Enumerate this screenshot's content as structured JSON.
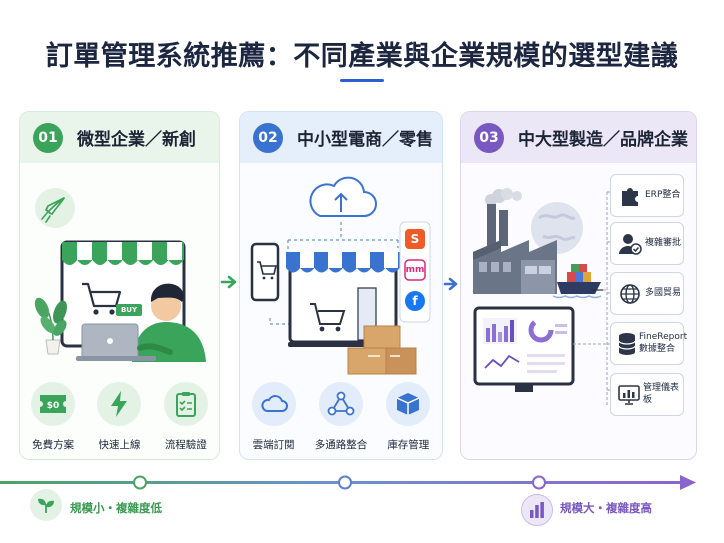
{
  "title": "訂單管理系統推薦：不同產業與企業規模的選型建議",
  "cards": [
    {
      "number": "01",
      "heading": "微型企業／新創",
      "buy_tag": "BUY",
      "features": [
        {
          "icon": "coupon-icon",
          "icon_text": "$0",
          "label": "免費方案"
        },
        {
          "icon": "lightning-icon",
          "label": "快速上線"
        },
        {
          "icon": "checklist-icon",
          "label": "流程驗證"
        }
      ]
    },
    {
      "number": "02",
      "heading": "中小型電商／零售",
      "channels": [
        {
          "icon": "shopee-icon",
          "text": "S"
        },
        {
          "icon": "momo-icon",
          "text": "mm"
        },
        {
          "icon": "facebook-icon",
          "text": "f"
        }
      ],
      "features": [
        {
          "icon": "cloud-icon",
          "label": "雲端訂閱"
        },
        {
          "icon": "network-icon",
          "label": "多通路整合"
        },
        {
          "icon": "box-icon",
          "label": "庫存管理"
        }
      ]
    },
    {
      "number": "03",
      "heading": "中大型製造／品牌企業",
      "integrations": [
        {
          "icon": "puzzle-icon",
          "label": "ERP整合"
        },
        {
          "icon": "user-check-icon",
          "label": "複雜審批"
        },
        {
          "icon": "globe-icon",
          "label": "多國貿易"
        },
        {
          "icon": "database-icon",
          "label": "FineReport\n數據整合"
        },
        {
          "icon": "dashboard-icon",
          "label": "管理儀表板"
        }
      ]
    }
  ],
  "scale": {
    "left_label": "規模小・複雜度低",
    "right_label": "規模大・複雜度高"
  },
  "colors": {
    "green": "#3aa55a",
    "blue": "#3a73cf",
    "purple": "#7a58c2",
    "title": "#1c2640"
  }
}
